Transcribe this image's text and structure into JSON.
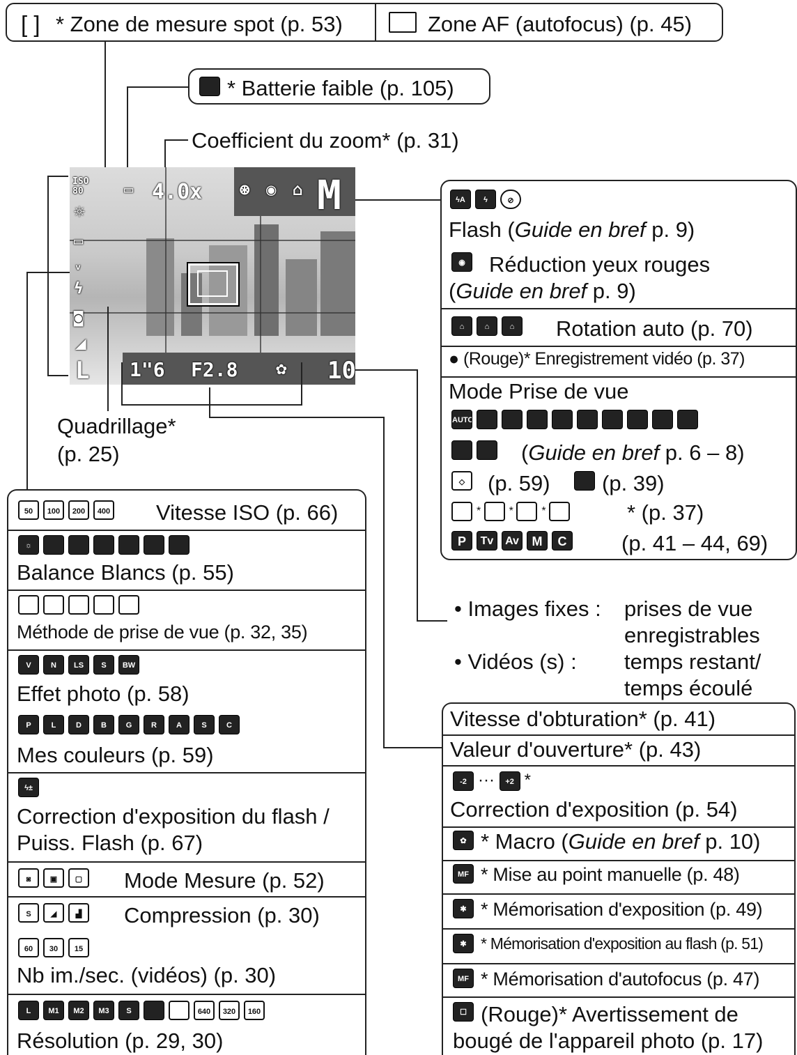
{
  "top": {
    "spot_label": "* Zone de mesure spot (p. 53)",
    "spot_bracket": "[ ]",
    "af_label": "Zone AF (autofocus) (p. 45)"
  },
  "battery_label": "* Batterie faible (p. 105)",
  "zoom_label": "Coefficient du zoom* (p. 31)",
  "grid_label": "Quadrillage*",
  "grid_page": "(p. 25)",
  "screen": {
    "iso": "ISO 80",
    "zoom": "4.0x",
    "mode": "M",
    "shutter": "1\"6",
    "aperture": "F2.8",
    "shots": "10",
    "size": "L"
  },
  "right_panel": {
    "flash": "Flash (",
    "flash_guide": "Guide en bref",
    "flash_page": " p. 9)",
    "redeye": "Réduction yeux rouges",
    "redeye_guide": "Guide en bref",
    "redeye_page": " p. 9)",
    "rotation": "Rotation auto (p. 70)",
    "video_rec": "● (Rouge)* Enregistrement vidéo (p. 37)",
    "mode_title": "Mode Prise de vue",
    "mode_guide": "Guide en bref",
    "mode_guide_page": " p. 6 – 8)",
    "mode_p59": "(p. 59)",
    "mode_p39": "(p. 39)",
    "mode_p37": "* (p. 37)",
    "mode_pasm": "(p. 41 – 44, 69)",
    "pasm_icons": [
      "P",
      "Tv",
      "Av",
      "M",
      "C"
    ]
  },
  "remaining": {
    "still_label": "• Images fixes :",
    "still_value1": "prises de vue",
    "still_value2": "enregistrables",
    "video_label": "• Vidéos (s) :",
    "video_value1": "temps restant/",
    "video_value2": "temps écoulé"
  },
  "right_bottom": {
    "shutter": "Vitesse d'obturation* (p. 41)",
    "aperture": "Valeur d'ouverture* (p. 43)",
    "exp_range": "··· ",
    "exp_comp": "Correction d'exposition (p. 54)",
    "macro": "* Macro (",
    "macro_guide": "Guide en bref",
    "macro_page": " p. 10)",
    "mf": "* Mise au point manuelle (p. 48)",
    "ae_lock": "* Mémorisation d'exposition (p. 49)",
    "fe_lock": "* Mémorisation d'exposition au flash (p. 51)",
    "af_lock": "* Mémorisation d'autofocus (p. 47)",
    "shake1": "(Rouge)* Avertissement de",
    "shake2": "bougé de l'appareil photo (p. 17)"
  },
  "left_panel": {
    "iso": "Vitesse ISO (p. 66)",
    "iso_icons": [
      "50",
      "100",
      "200",
      "400"
    ],
    "wb": "Balance Blancs (p. 55)",
    "drive": "Méthode de prise de vue (p. 32, 35)",
    "photo_effect": "Effet photo (p. 58)",
    "effect_icons": [
      "V",
      "N",
      "LS",
      "S",
      "BW"
    ],
    "my_colors": "Mes couleurs (p. 59)",
    "mycolor_icons": [
      "P",
      "L",
      "D",
      "B",
      "G",
      "R",
      "A",
      "S",
      "C"
    ],
    "flash_comp1": "Correction d'exposition du flash /",
    "flash_comp2": "Puiss. Flash (p. 67)",
    "metering": "Mode Mesure (p. 52)",
    "compression": "Compression (p. 30)",
    "fps": "Nb im./sec. (vidéos) (p. 30)",
    "fps_icons": [
      "60",
      "30",
      "15"
    ],
    "resolution": "Résolution (p. 29, 30)",
    "res_icons": [
      "L",
      "M1",
      "M2",
      "M3",
      "S",
      "",
      "",
      "640",
      "320",
      "160"
    ]
  }
}
